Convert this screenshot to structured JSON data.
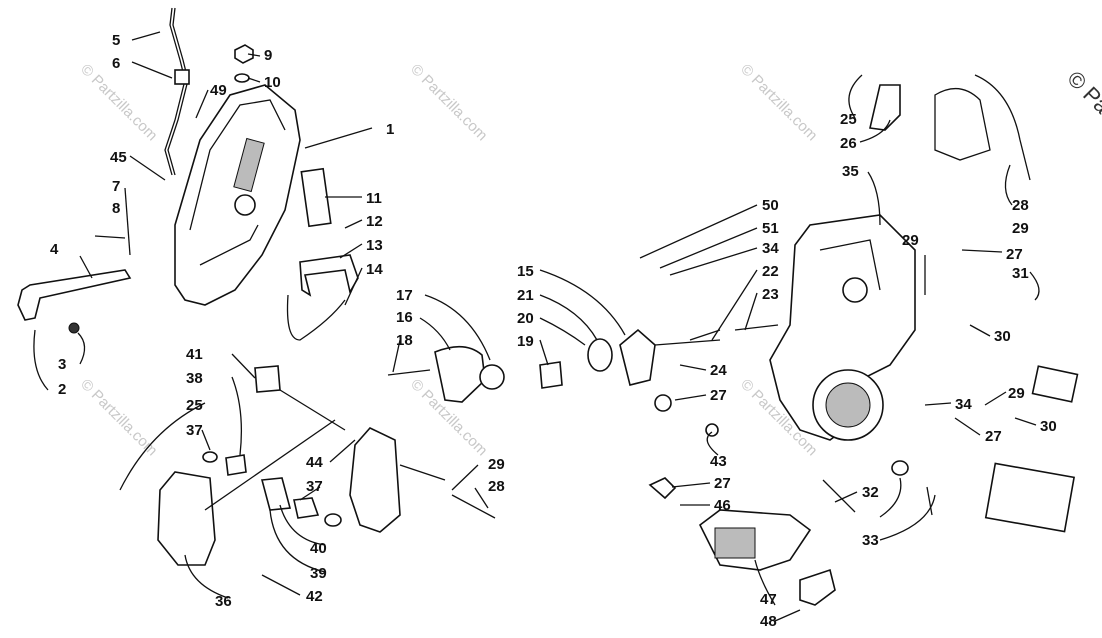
{
  "watermark": {
    "text": "© Partzilla.com",
    "corner_text": "© Pa"
  },
  "callouts": [
    "1",
    "2",
    "3",
    "4",
    "5",
    "6",
    "7",
    "8",
    "9",
    "10",
    "11",
    "12",
    "13",
    "14",
    "15",
    "16",
    "17",
    "18",
    "19",
    "20",
    "21",
    "22",
    "23",
    "24",
    "25",
    "26",
    "27",
    "28",
    "29",
    "30",
    "31",
    "32",
    "33",
    "34",
    "35",
    "36",
    "37",
    "38",
    "39",
    "40",
    "41",
    "42",
    "43",
    "44",
    "45",
    "46",
    "47",
    "48",
    "49",
    "50",
    "51"
  ]
}
